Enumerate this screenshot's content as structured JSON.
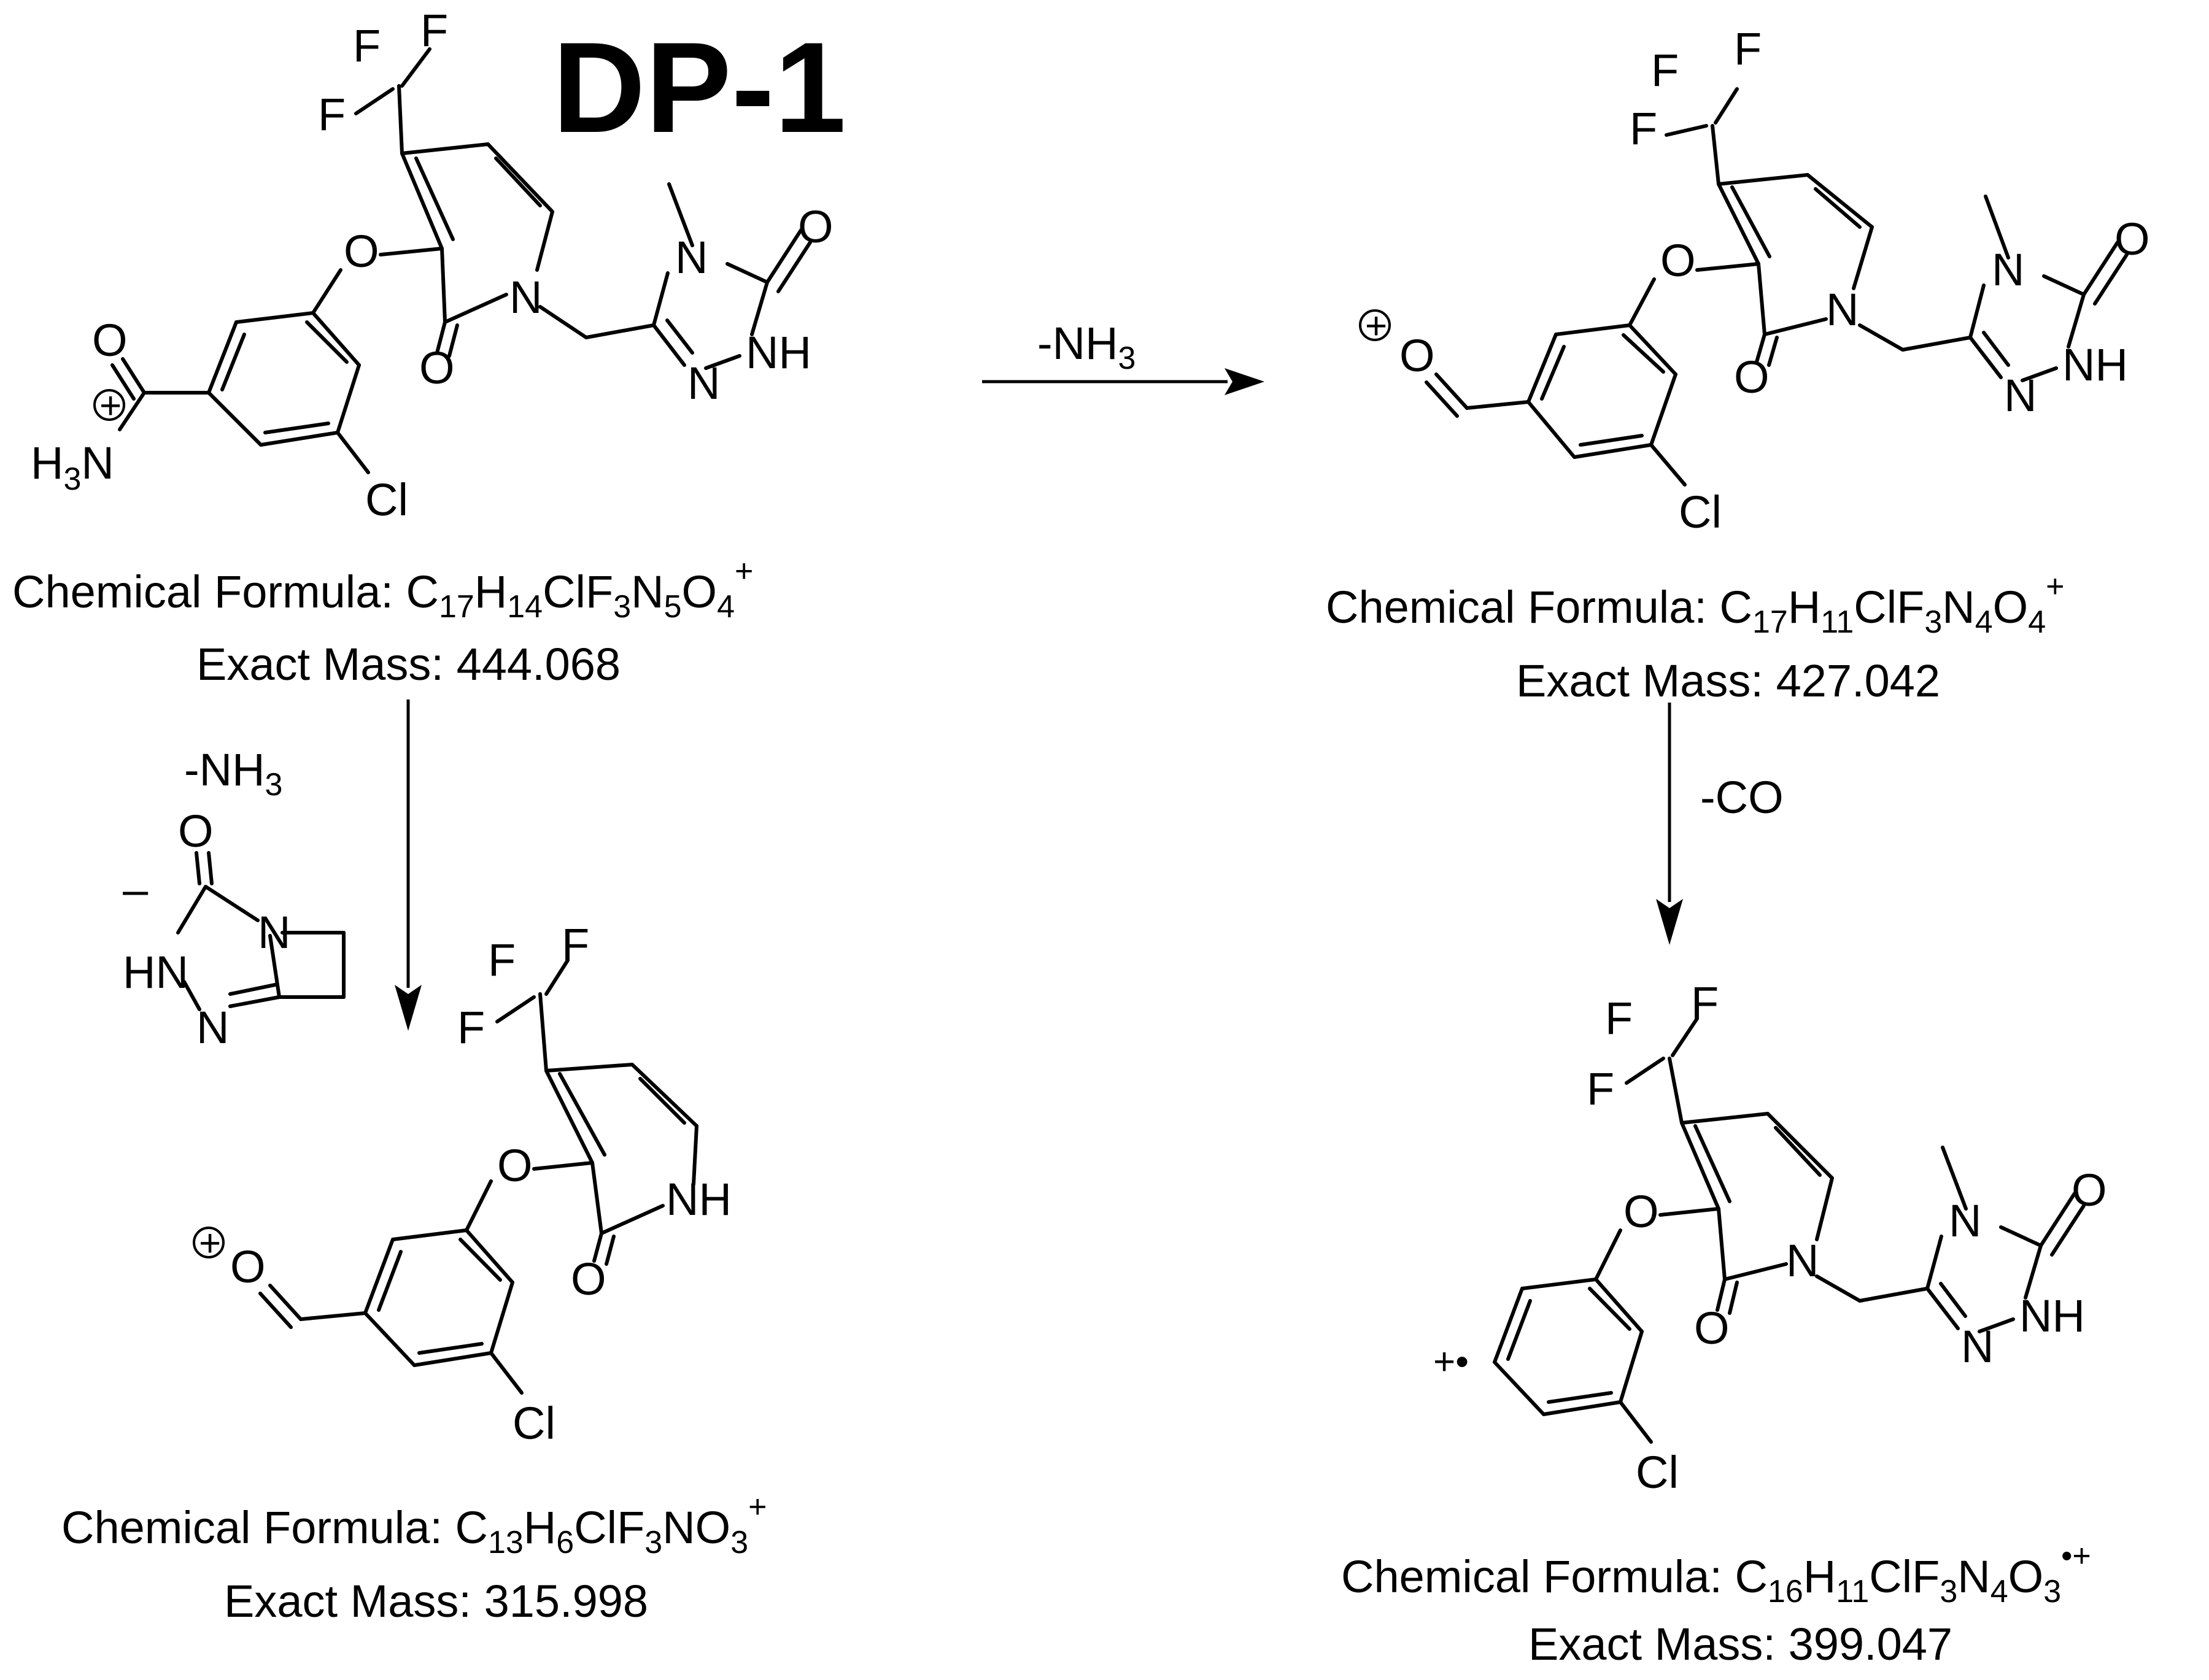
{
  "title": "DP-1",
  "arrows": [
    {
      "label_main": "-NH",
      "label_sub": "3"
    },
    {
      "label_main": "-NH",
      "label_sub": "3"
    },
    {
      "label_main": "-CO",
      "label_sub": ""
    }
  ],
  "compounds": [
    {
      "formula_prefix": "Chemical Formula: ",
      "formula": [
        [
          "C",
          "17"
        ],
        [
          "H",
          "14"
        ],
        [
          "ClF",
          "3"
        ],
        [
          "N",
          "5"
        ],
        [
          "O",
          "4"
        ]
      ],
      "formula_charge": "+",
      "mass_prefix": "Exact Mass: ",
      "mass": "444.068"
    },
    {
      "formula_prefix": "Chemical Formula: ",
      "formula": [
        [
          "C",
          "17"
        ],
        [
          "H",
          "11"
        ],
        [
          "ClF",
          "3"
        ],
        [
          "N",
          "4"
        ],
        [
          "O",
          "4"
        ]
      ],
      "formula_charge": "+",
      "mass_prefix": "Exact Mass: ",
      "mass": "427.042"
    },
    {
      "formula_prefix": "Chemical Formula: ",
      "formula": [
        [
          "C",
          "13"
        ],
        [
          "H",
          "6"
        ],
        [
          "ClF",
          "3"
        ],
        [
          "NO",
          "3"
        ]
      ],
      "formula_charge": "+",
      "mass_prefix": "Exact Mass: ",
      "mass": "315.998"
    },
    {
      "formula_prefix": "Chemical Formula: ",
      "formula": [
        [
          "C",
          "16"
        ],
        [
          "H",
          "11"
        ],
        [
          "ClF",
          "3"
        ],
        [
          "N",
          "4"
        ],
        [
          "O",
          "3"
        ]
      ],
      "formula_charge": "•+",
      "mass_prefix": "Exact Mass: ",
      "mass": "399.047"
    }
  ],
  "atom_labels": {
    "F": "F",
    "O": "O",
    "N": "N",
    "Cl": "Cl",
    "NH": "NH",
    "HN": "HN",
    "H": "H",
    "sub3": "3",
    "plus": "+",
    "minus": "–",
    "radical_cation": "+•"
  }
}
